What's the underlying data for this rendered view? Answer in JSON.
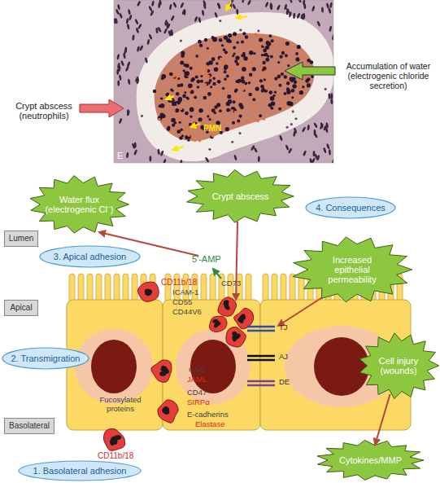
{
  "diagram": {
    "nodes": [
      {
        "text": [
          "Water flux (electrogenic Cl⁻)"
        ]
      },
      {
        "text": [
          "Crypt abscess"
        ]
      },
      {
        "text": [
          "4. Consequences"
        ]
      },
      {
        "text": [
          "Lumen"
        ]
      },
      {
        "text": [
          "3. Apical adhesion"
        ]
      },
      {
        "text": [
          "Increased epithelial permeability"
        ]
      },
      {
        "text": [
          "Apical"
        ]
      },
      {
        "text": [
          "Cell injury (wounds)"
        ]
      },
      {
        "text": [
          "2. Transmigration"
        ]
      },
      {
        "text": [
          "Basolateral"
        ]
      },
      {
        "text": [
          "Cytokines/MMP"
        ]
      },
      {
        "text": [
          "1. Basolateral adhesion"
        ]
      }
    ],
    "edges": [
      {
        "from": 7,
        "to": 10,
        "arrow": "to"
      }
    ],
    "labels": [
      "Crypt abscess (neutrophils)",
      "Accumulation of water (electrogenic chloride secretion)",
      "PMN",
      "E",
      "5′-AMP",
      "CD73",
      "CD11b/18",
      "ICAM-1",
      "CD55",
      "CD44V6",
      "CAR",
      "JAML",
      "CD47",
      "SIRPα",
      "Fucosylated proteins",
      "E-cadherins",
      "Elastase",
      "CD11b/18",
      "TJ",
      "AJ",
      "DE"
    ]
  }
}
